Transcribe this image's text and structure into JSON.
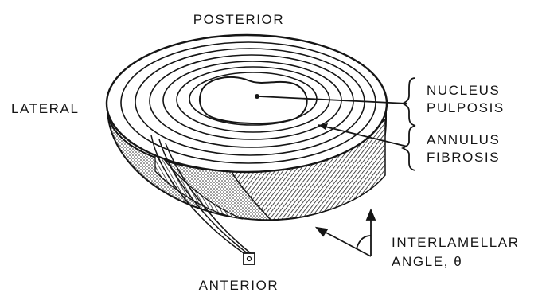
{
  "labels": {
    "posterior": "POSTERIOR",
    "lateral": "LATERAL",
    "anterior": "ANTERIOR",
    "nucleus_line1": "NUCLEUS",
    "nucleus_line2": "PULPOSIS",
    "annulus_line1": "ANNULUS",
    "annulus_line2": "FIBROSIS",
    "angle_line1": "INTERLAMELLAR",
    "angle_line2": "ANGLE, θ"
  },
  "colors": {
    "ink": "#151515",
    "background": "#ffffff",
    "hatch": "#2a2a2a"
  }
}
